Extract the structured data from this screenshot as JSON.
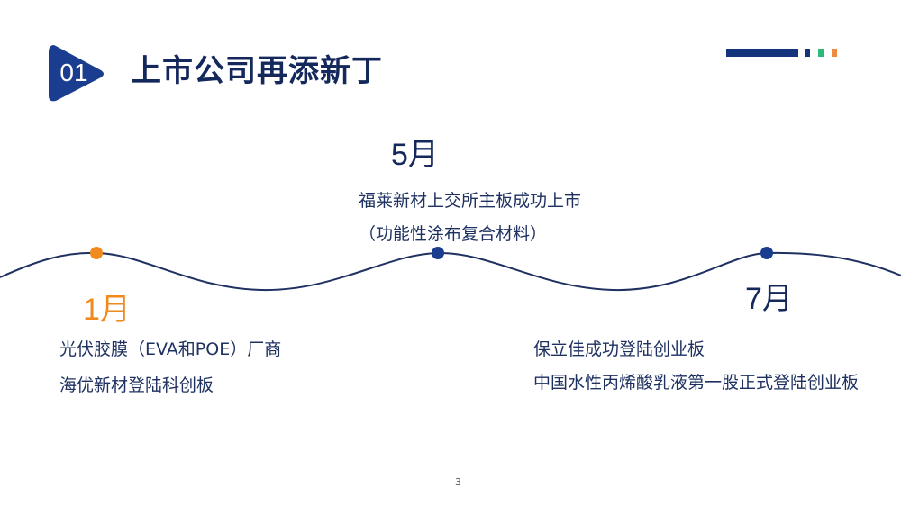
{
  "header": {
    "section_number": "01",
    "title": "上市公司再添新丁",
    "badge_color": "#1a3d8f",
    "title_color": "#14285c",
    "decor_colors": [
      "#14357c",
      "#14357c",
      "#2eb87a",
      "#f08a3e"
    ]
  },
  "timeline": {
    "line_color": "#1e3160",
    "events": [
      {
        "month": "1月",
        "dot_color": "#f08a1e",
        "lines": [
          "光伏胶膜（EVA和POE）厂商",
          "海优新材登陆科创板"
        ]
      },
      {
        "month": "5月",
        "dot_color": "#1a3d8f",
        "lines": [
          "福莱新材上交所主板成功上市",
          "（功能性涂布复合材料）"
        ]
      },
      {
        "month": "7月",
        "dot_color": "#1a3d8f",
        "lines": [
          "保立佳成功登陆创业板",
          "中国水性丙烯酸乳液第一股正式登陆创业板"
        ]
      }
    ]
  },
  "footer": {
    "page_number": "3"
  }
}
